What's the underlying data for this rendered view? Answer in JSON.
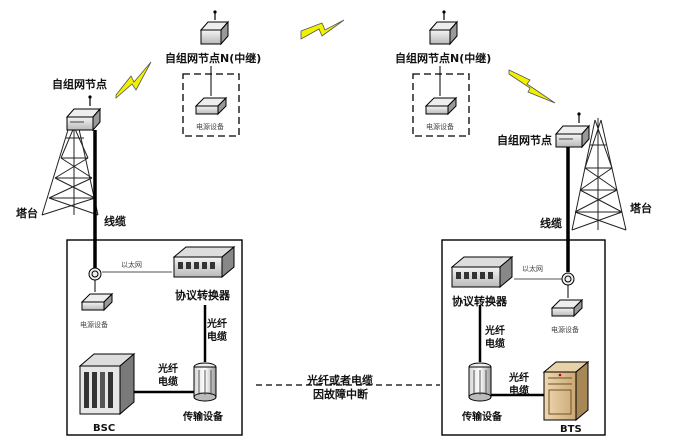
{
  "labels": {
    "node_left": "自组网节点",
    "node_right": "自组网节点",
    "relay_left": "自组网节点N(中继)",
    "relay_right": "自组网节点N(中继)",
    "tower_left": "塔台",
    "tower_right": "塔台",
    "cable_left": "线缆",
    "cable_right": "线缆",
    "ethernet_left": "以太网",
    "ethernet_right": "以太网",
    "switch_left": "协议转换器",
    "switch_right": "协议转换器",
    "power_left": "电源设备",
    "power_right": "电源设备",
    "relay_power_left": "电源设备",
    "relay_power_right": "电源设备",
    "fiber_left_vertical": [
      "光纤",
      "电缆"
    ],
    "fiber_left_horizontal": [
      "光纤",
      "电缆"
    ],
    "fiber_right_vertical": [
      "光纤",
      "电缆"
    ],
    "fiber_right_horizontal": [
      "光纤",
      "电缆"
    ],
    "transmission_left": "传输设备",
    "transmission_right": "传输设备",
    "bsc": "BSC",
    "bts": "BTS",
    "break_note": [
      "光纤或者电缆",
      "因故障中断"
    ]
  },
  "colors": {
    "lightning": "#f2f200",
    "line": "#000000",
    "box_border": "#000000"
  }
}
